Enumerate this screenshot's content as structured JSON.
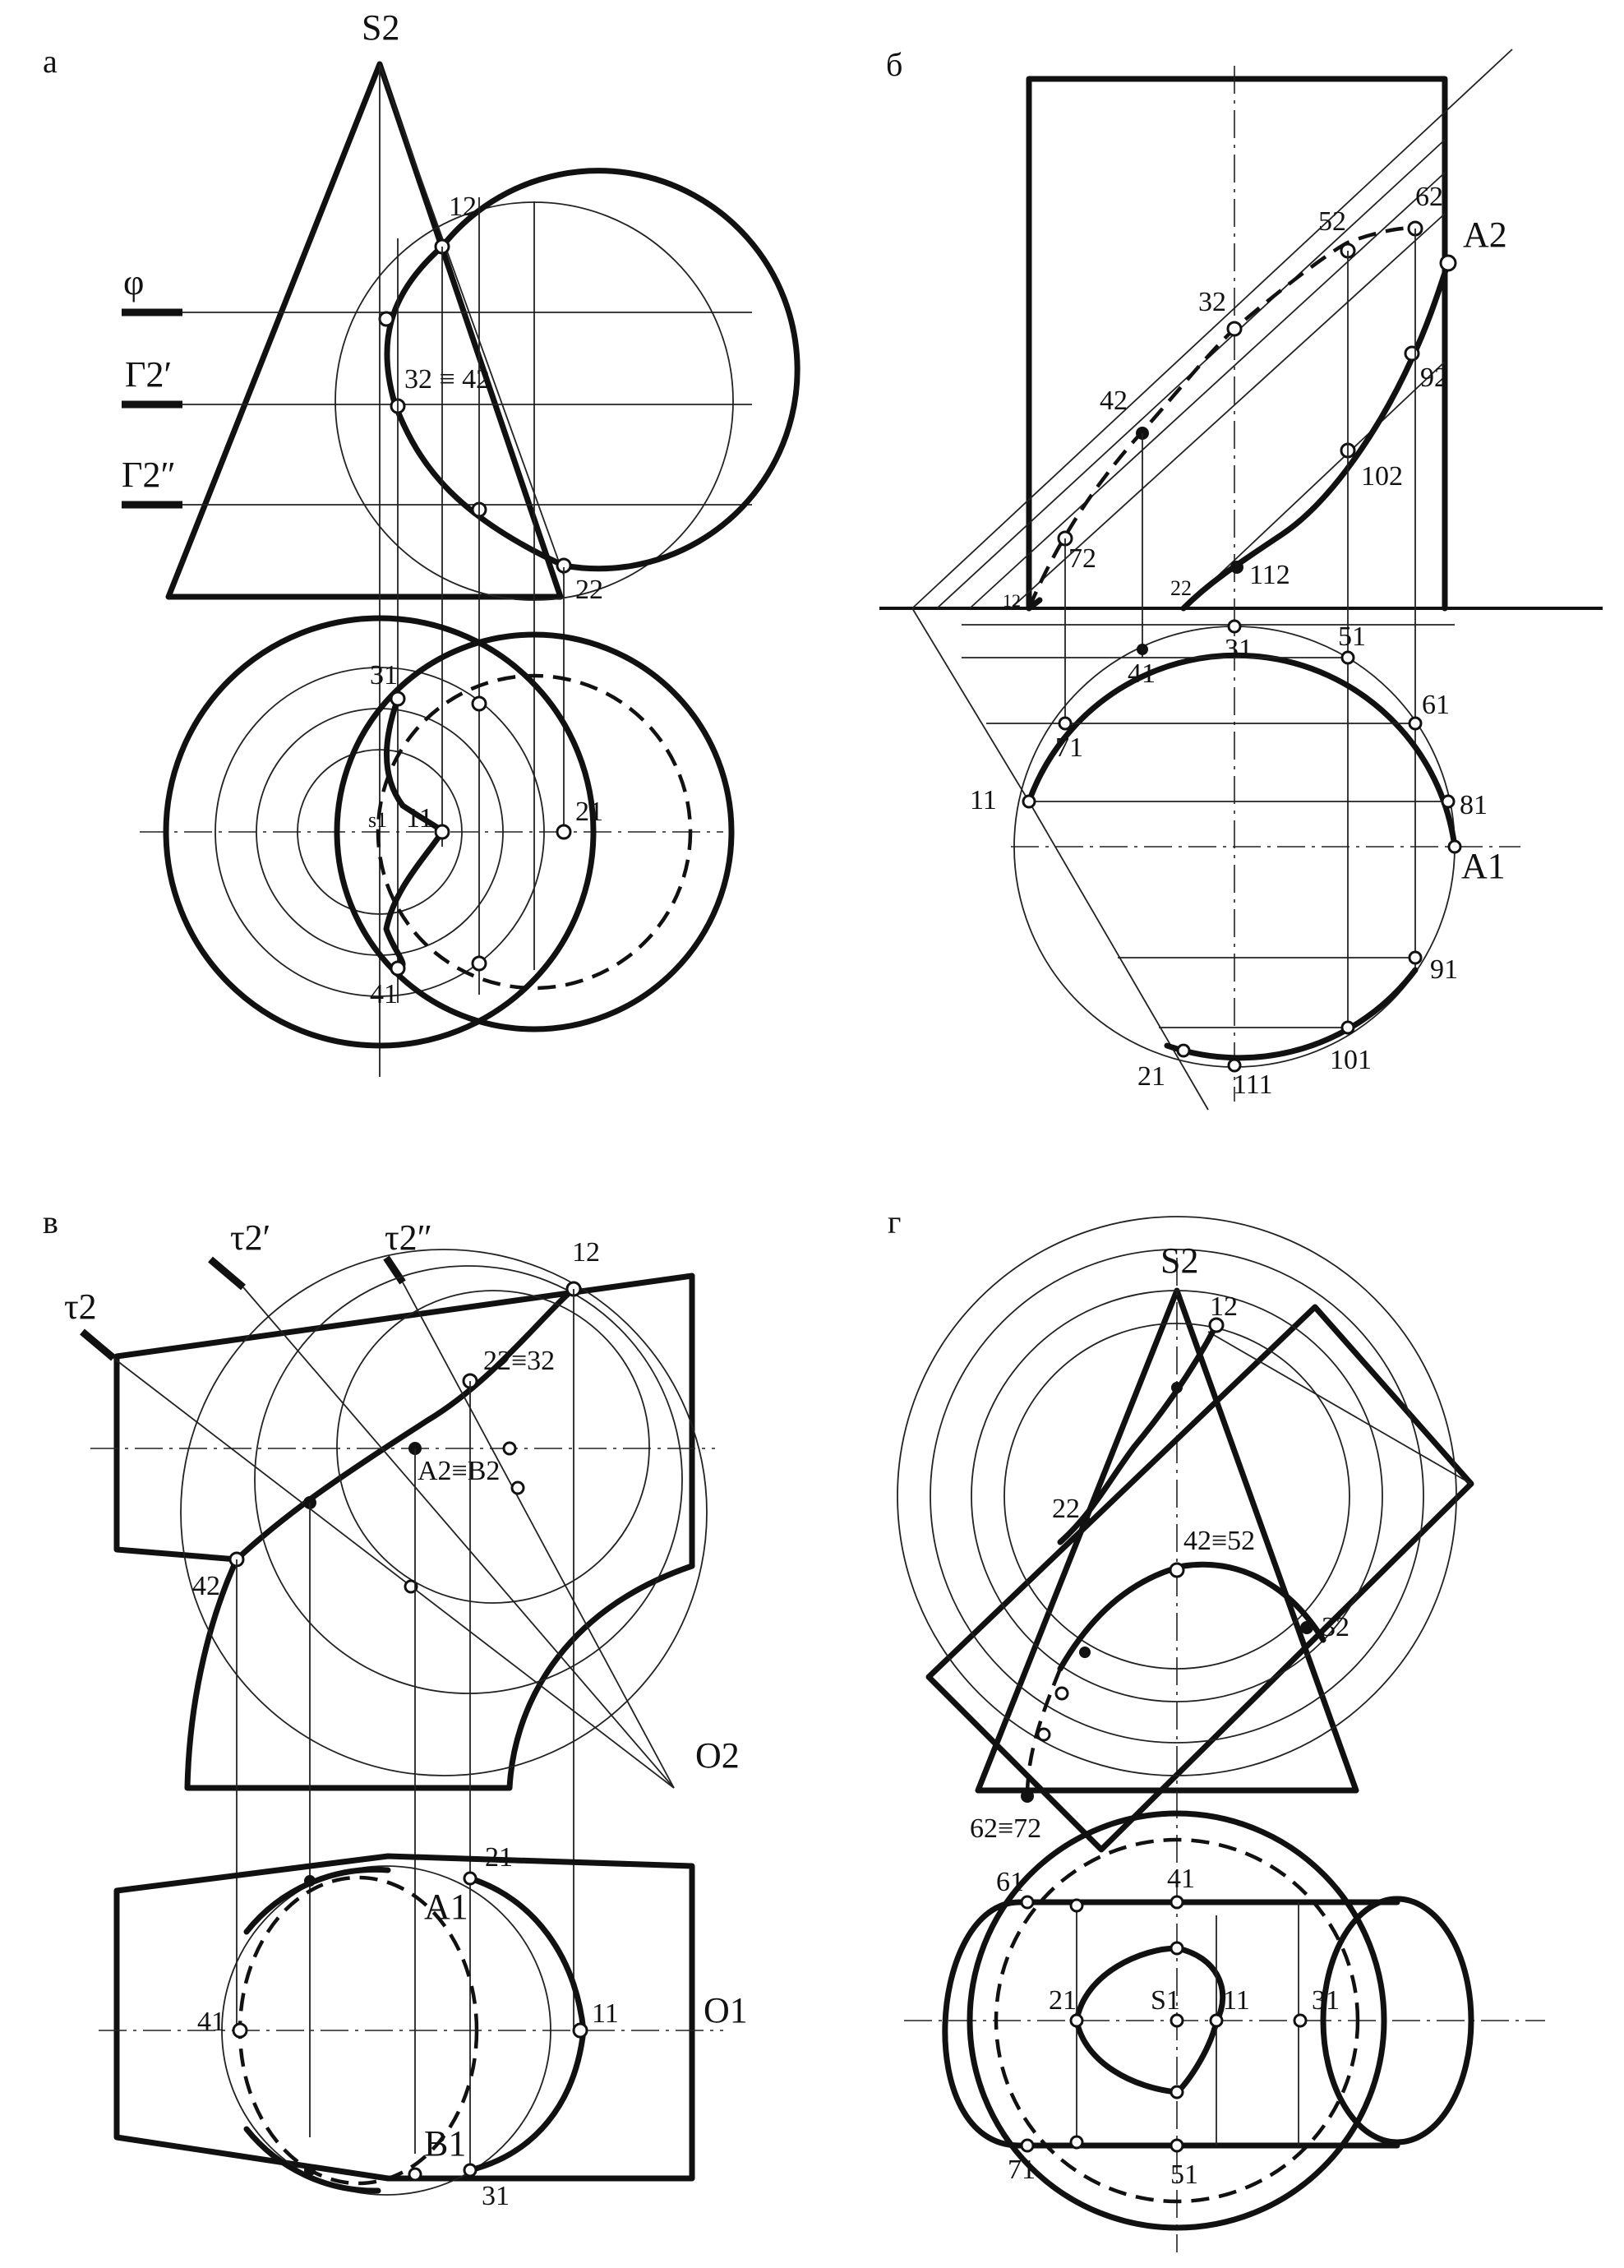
{
  "panels": {
    "a": {
      "letter": "а",
      "labels": {
        "s2": "S2",
        "p12": "12",
        "p22": "22",
        "p32_42": "32 ≡ 42",
        "phi": "φ",
        "g2p": "Г2′",
        "g2pp": "Г2″",
        "p31": "31",
        "s1": "s1",
        "p11": "11",
        "p21": "21",
        "p41": "41"
      }
    },
    "b": {
      "letter": "б",
      "labels": {
        "a2": "A2",
        "p62": "62",
        "p52": "52",
        "p32": "32",
        "p42": "42",
        "p92": "92",
        "p102": "102",
        "p72": "72",
        "p112": "112",
        "p12": "12",
        "p22": "22",
        "p31": "31",
        "p41": "41",
        "p51": "51",
        "p61": "61",
        "p71": "71",
        "p11": "11",
        "p81": "81",
        "a1": "A1",
        "p91": "91",
        "p21": "21",
        "p111": "111",
        "p101": "101"
      }
    },
    "v": {
      "letter": "в",
      "labels": {
        "tau2": "τ2",
        "tau2p": "τ2′",
        "tau2pp": "τ2″",
        "p12": "12",
        "p22_32": "22≡32",
        "a2b2": "A2≡B2",
        "p42": "42",
        "o2": "O2",
        "p21": "21",
        "a1": "A1",
        "p41": "41",
        "p11": "11",
        "o1": "O1",
        "b1": "B1",
        "p31": "31"
      }
    },
    "g": {
      "letter": "г",
      "labels": {
        "s2": "S2",
        "p12": "12",
        "p22": "22",
        "p42_52": "42≡52",
        "p32": "32",
        "p62_72": "62≡72",
        "p61": "61",
        "p41": "41",
        "p21": "21",
        "s1": "S1",
        "p11": "11",
        "p31": "31",
        "p71": "71",
        "p51": "51"
      }
    }
  }
}
